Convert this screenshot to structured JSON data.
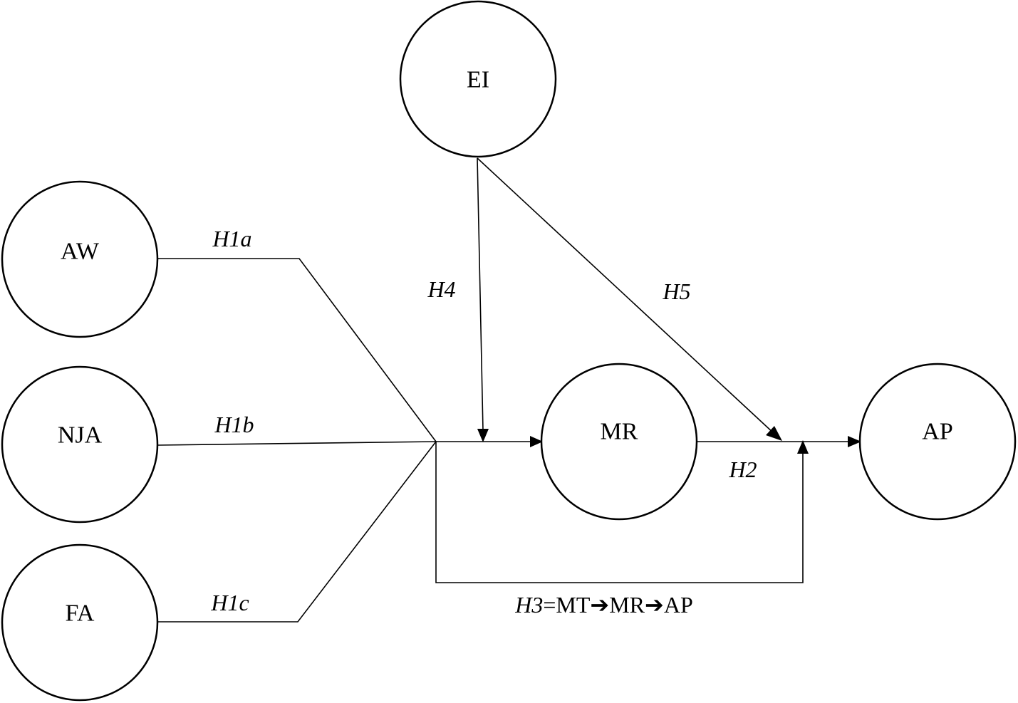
{
  "nodes": {
    "ei": "EI",
    "aw": "AW",
    "nja": "NJA",
    "fa": "FA",
    "mr": "MR",
    "ap": "AP"
  },
  "hypotheses": {
    "h1a": "H1a",
    "h1b": "H1b",
    "h1c": "H1c",
    "h2": "H2",
    "h3_prefix": "H3",
    "h3_rest": "=MT➔MR➔AP",
    "h4": "H4",
    "h5": "H5"
  }
}
